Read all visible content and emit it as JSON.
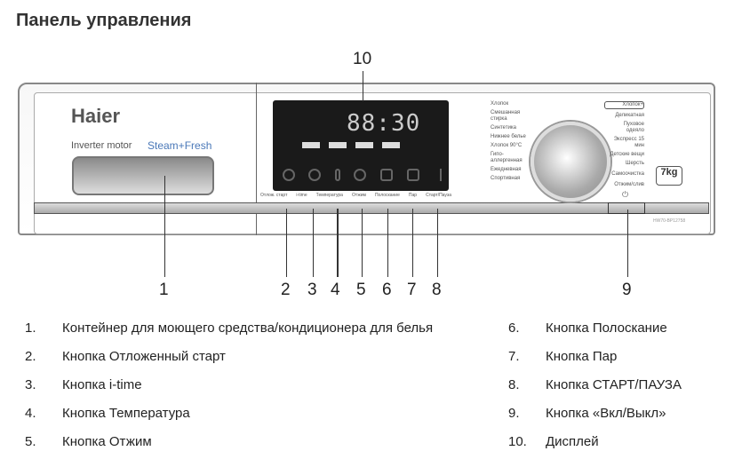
{
  "title": "Панель управления",
  "panel": {
    "brand": "Haier",
    "inverter": "Inverter motor",
    "steam": "Steam+Fresh",
    "display_time": "88:30",
    "button_labels": [
      "Отлож. старт",
      "i-time",
      "Температура",
      "Отжим",
      "Полоскание",
      "Пар",
      "Старт/Пауза"
    ],
    "programs_left": [
      "Хлопок",
      "Смешанная стирка",
      "Синтетика",
      "Нижнее белье",
      "Хлопок 90°C",
      "Гипо-аллергенная",
      "Ежедневная",
      "Спортивная"
    ],
    "programs_right": [
      "Хлопок+",
      "Деликатная",
      "Пуховое одеяло",
      "Экспресс 15 мин",
      "Детские вещи",
      "Шерсть",
      "Самоочистка",
      "Отжим/слив"
    ],
    "capacity": "7kg",
    "model": "HW70-BP12758"
  },
  "callouts": [
    "1",
    "2",
    "3",
    "4",
    "5",
    "6",
    "7",
    "8",
    "9",
    "10"
  ],
  "legend": [
    {
      "num": "1.",
      "text": "Контейнер для моющего средства/кондиционера для белья"
    },
    {
      "num": "2.",
      "text": "Кнопка Отложенный старт"
    },
    {
      "num": "3.",
      "text": "Кнопка i-time"
    },
    {
      "num": "4.",
      "text": "Кнопка Температура"
    },
    {
      "num": "5.",
      "text": "Кнопка Отжим"
    },
    {
      "num": "6.",
      "text": "Кнопка Полоскание"
    },
    {
      "num": "7.",
      "text": "Кнопка Пар"
    },
    {
      "num": "8.",
      "text": "Кнопка СТАРТ/ПАУЗА"
    },
    {
      "num": "9.",
      "text": "Кнопка «Вкл/Выкл»"
    },
    {
      "num": "10.",
      "text": "Дисплей"
    }
  ]
}
